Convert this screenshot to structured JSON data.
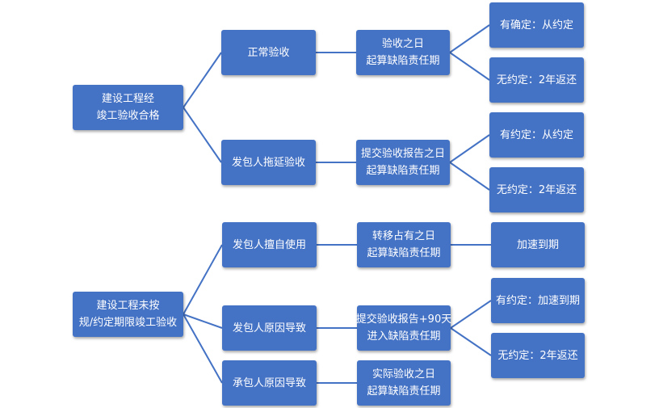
{
  "nodes": {
    "root1": [
      "建设工程经",
      "竣工验收合格"
    ],
    "normal": [
      "正常验收"
    ],
    "normal_start": [
      "验收之日",
      "起算缺陷责任期"
    ],
    "normal_agreed": [
      "有确定：从约定"
    ],
    "normal_none": [
      "无约定：2年返还"
    ],
    "delay": [
      "发包人拖延验收"
    ],
    "delay_start": [
      "提交验收报告之日",
      "起算缺陷责任期"
    ],
    "delay_agreed": [
      "有约定：从约定"
    ],
    "delay_none": [
      "无约定：2年返还"
    ],
    "root2": [
      "建设工程未按",
      "规/约定期限竣工验收"
    ],
    "use": [
      "发包人擅自使用"
    ],
    "use_start": [
      "转移占有之日",
      "起算缺陷责任期"
    ],
    "use_end": [
      "加速到期"
    ],
    "employer": [
      "发包人原因导致"
    ],
    "employer_start": [
      "提交验收报告+90天",
      "进入缺陷责任期"
    ],
    "employer_agreed": [
      "有约定：加速到期"
    ],
    "employer_none": [
      "无约定：2年返还"
    ],
    "contractor": [
      "承包人原因导致"
    ],
    "contractor_start": [
      "实际验收之日",
      "起算缺陷责任期"
    ]
  },
  "colors": {
    "box": "#4472c4",
    "line": "#4472c4",
    "text": "#ffffff"
  }
}
